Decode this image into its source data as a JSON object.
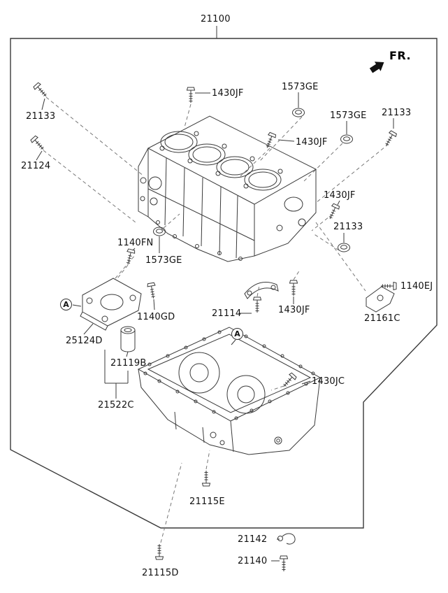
{
  "title": {
    "part_number": "21100"
  },
  "orientation": {
    "label": "FR."
  },
  "markers": {
    "a": "A"
  },
  "colors": {
    "line": "#3a3a3a",
    "dashed": "#777777",
    "background": "#ffffff",
    "text": "#111111"
  },
  "labels": [
    {
      "id": "21133-top-left",
      "text": "21133"
    },
    {
      "id": "1430JF-top",
      "text": "1430JF"
    },
    {
      "id": "1573GE-top",
      "text": "1573GE"
    },
    {
      "id": "1573GE-right",
      "text": "1573GE"
    },
    {
      "id": "21133-top-right",
      "text": "21133"
    },
    {
      "id": "21124",
      "text": "21124"
    },
    {
      "id": "1430JF-right-upper",
      "text": "1430JF"
    },
    {
      "id": "1430JF-right-mid",
      "text": "1430JF"
    },
    {
      "id": "21133-right-mid",
      "text": "21133"
    },
    {
      "id": "1140FN",
      "text": "1140FN"
    },
    {
      "id": "1573GE-left-mid",
      "text": "1573GE"
    },
    {
      "id": "1140EJ",
      "text": "1140EJ"
    },
    {
      "id": "21161C",
      "text": "21161C"
    },
    {
      "id": "1140GD",
      "text": "1140GD"
    },
    {
      "id": "21114",
      "text": "21114"
    },
    {
      "id": "1430JF-mid",
      "text": "1430JF"
    },
    {
      "id": "25124D",
      "text": "25124D"
    },
    {
      "id": "21119B",
      "text": "21119B"
    },
    {
      "id": "21522C",
      "text": "21522C"
    },
    {
      "id": "1430JC",
      "text": "1430JC"
    },
    {
      "id": "21115E",
      "text": "21115E"
    },
    {
      "id": "21115D",
      "text": "21115D"
    },
    {
      "id": "21142",
      "text": "21142"
    },
    {
      "id": "21140",
      "text": "21140"
    }
  ]
}
